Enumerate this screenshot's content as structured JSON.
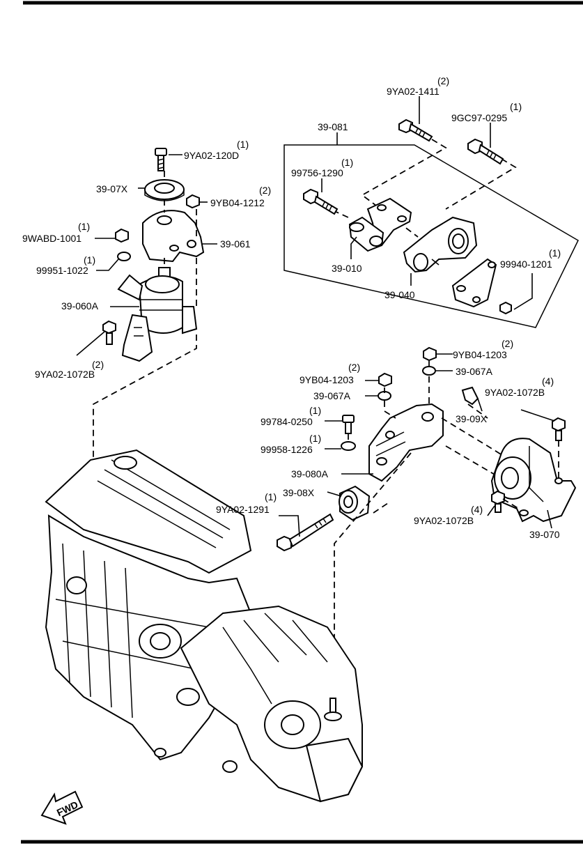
{
  "diagram": {
    "labels": {
      "l_9ya02_1411": "9YA02-1411",
      "q_9ya02_1411": "(2)",
      "l_9gc97_0295": "9GC97-0295",
      "q_9gc97_0295": "(1)",
      "l_39_081": "39-081",
      "l_99756_1290": "99756-1290",
      "q_99756_1290": "(1)",
      "l_39_010": "39-010",
      "l_39_040": "39-040",
      "l_99940_1201": "99940-1201",
      "q_99940_1201": "(1)",
      "l_9ya02_120d": "9YA02-120D",
      "q_9ya02_120d": "(1)",
      "l_39_07x": "39-07X",
      "l_9yb04_1212": "9YB04-1212",
      "q_9yb04_1212": "(2)",
      "l_9wabd_1001": "9WABD-1001",
      "q_9wabd_1001": "(1)",
      "l_39_061": "39-061",
      "l_99951_1022": "99951-1022",
      "q_99951_1022": "(1)",
      "l_39_060a": "39-060A",
      "l_9ya02_1072b_left": "9YA02-1072B",
      "q_9ya02_1072b_left": "(2)",
      "l_9yb04_1203_right": "9YB04-1203",
      "q_9yb04_1203_right": "(2)",
      "l_39_067a_right": "39-067A",
      "l_9yb04_1203_left": "9YB04-1203",
      "q_9yb04_1203_left": "(2)",
      "l_39_067a_left": "39-067A",
      "l_9ya02_1072b_top": "9YA02-1072B",
      "q_9ya02_1072b_top": "(4)",
      "l_99784_0250": "99784-0250",
      "q_99784_0250": "(1)",
      "l_39_09x": "39-09X",
      "l_99958_1226": "99958-1226",
      "q_99958_1226": "(1)",
      "l_39_080a": "39-080A",
      "l_39_08x": "39-08X",
      "l_9ya02_1291": "9YA02-1291",
      "q_9ya02_1291": "(1)",
      "l_9ya02_1072b_bottom": "9YA02-1072B",
      "q_9ya02_1072b_bottom": "(4)",
      "l_39_070": "39-070",
      "fwd": "FWD"
    }
  }
}
